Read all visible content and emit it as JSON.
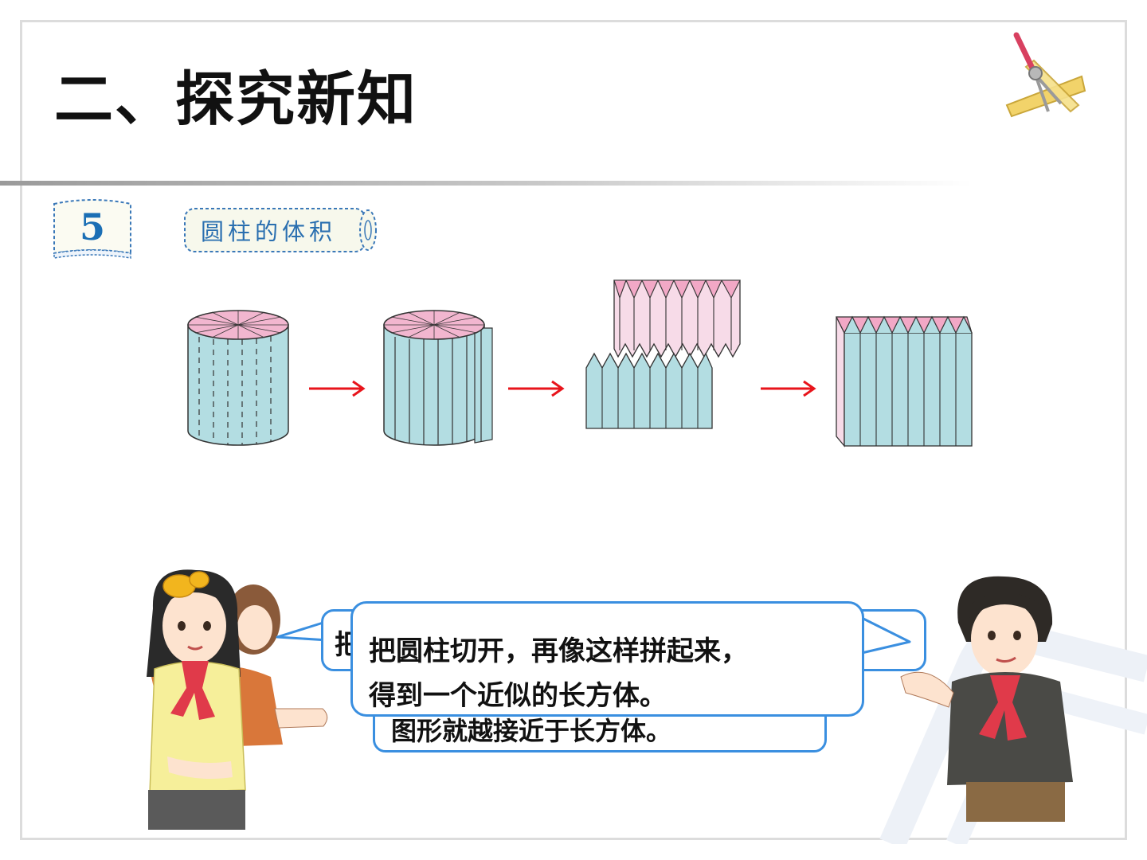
{
  "slide": {
    "title": "二、探究新知",
    "example_number": "5",
    "topic": "圆柱的体积"
  },
  "bubbles": {
    "back_left": {
      "text": "把"
    },
    "back_bottom": {
      "text": "图形就越接近于长方体。"
    },
    "front": {
      "line1": "把圆柱切开，再像这样拼起来，",
      "line2": "得到一个近似的长方体。"
    }
  },
  "colors": {
    "arrow": "#e8141b",
    "cylinder_side": "#b3dde2",
    "cylinder_top": "#f2b6cf",
    "bubble_border": "#3a8fe0",
    "example_number": "#1b6fb5"
  },
  "icons": [
    "tools-icon",
    "book-badge-icon",
    "scroll-label-icon",
    "arrow-right-icon"
  ]
}
